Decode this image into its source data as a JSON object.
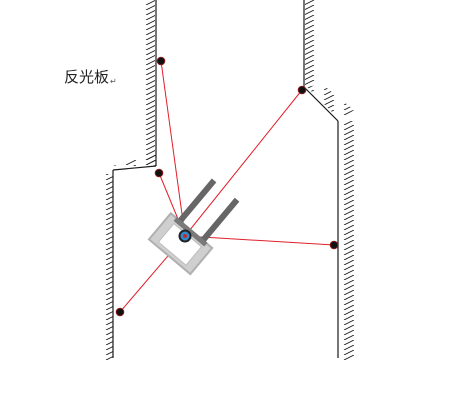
{
  "caption": {
    "text": "反光板",
    "paragraph_mark": "↵"
  },
  "colors": {
    "wall": "#1a1a1a",
    "laser_beam": "#e0202a",
    "reflector": "#111111",
    "reflector_ring": "#8a1818",
    "forklift_body": "#b8b8b8",
    "forklift_fork": "#666666",
    "scanner": "#222222",
    "scanner_accent": "#2e8bd0"
  },
  "icons": [
    "reflector-marker",
    "forklift-agv",
    "laser-scanner-icon"
  ]
}
